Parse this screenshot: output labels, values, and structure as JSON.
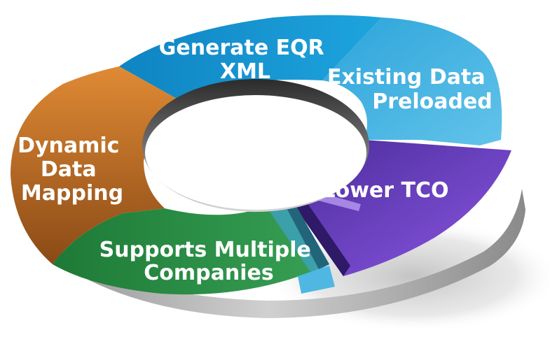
{
  "diagram": {
    "segments": [
      {
        "id": "generate-eqr-xml",
        "lines": [
          "Generate EQR",
          "XML"
        ],
        "color": "#1a9ad6"
      },
      {
        "id": "existing-data-preloaded",
        "lines": [
          "Existing Data",
          "Preloaded"
        ],
        "color": "#44b3e2"
      },
      {
        "id": "lower-tco",
        "lines": [
          "Lower TCO"
        ],
        "color": "#6a3fc9"
      },
      {
        "id": "supports-multiple-companies",
        "lines": [
          "Supports Multiple",
          "Companies"
        ],
        "color": "#2a8a44"
      },
      {
        "id": "dynamic-data-mapping",
        "lines": [
          "Dynamic",
          "Data",
          "Mapping"
        ],
        "color": "#c9782a"
      }
    ]
  }
}
